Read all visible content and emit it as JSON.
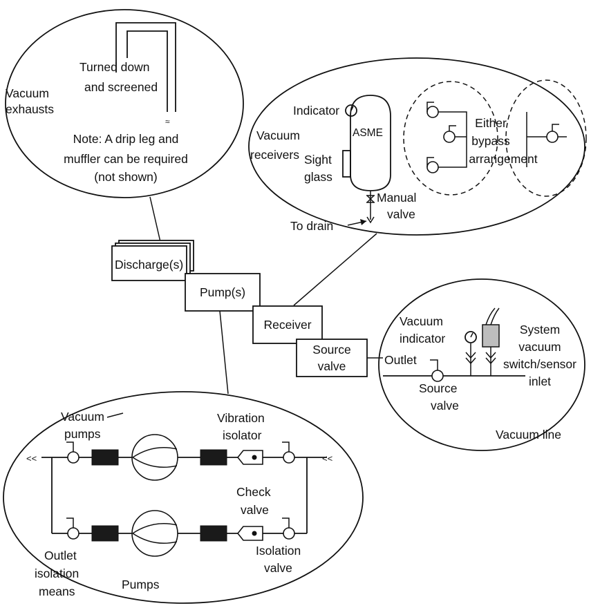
{
  "exhaust_callout": {
    "side_label": [
      "Vacuum",
      "exhausts"
    ],
    "pipe_label": [
      "Turned down",
      "and screened"
    ],
    "note": [
      "Note: A drip leg and",
      "muffler can be required",
      "(not shown)"
    ]
  },
  "receiver_callout": {
    "side_label": [
      "Vacuum",
      "receivers"
    ],
    "indicator": "Indicator",
    "asme": "ASME",
    "sight_glass": [
      "Sight",
      "glass"
    ],
    "manual_valve": [
      "Manual",
      "valve"
    ],
    "drain": "To drain",
    "bypass": [
      "Either",
      "bypass",
      "arrangement"
    ]
  },
  "boxes": {
    "discharge": "Discharge(s)",
    "pump": "Pump(s)",
    "receiver": "Receiver",
    "source_valve": [
      "Source",
      "valve"
    ]
  },
  "vacuum_line_callout": {
    "vacuum_indicator": [
      "Vacuum",
      "indicator"
    ],
    "switch": [
      "System",
      "vacuum",
      "switch/sensor",
      "inlet"
    ],
    "outlet": "Outlet",
    "source_valve": [
      "Source",
      "valve"
    ],
    "title": "Vacuum line"
  },
  "pumps_callout": {
    "title": [
      "Vacuum",
      "pumps"
    ],
    "vibration_isolator": [
      "Vibration",
      "isolator"
    ],
    "check_valve": [
      "Check",
      "valve"
    ],
    "isolation_valve": [
      "Isolation",
      "valve"
    ],
    "outlet_isolation": [
      "Outlet",
      "isolation",
      "means"
    ],
    "pumps": "Pumps",
    "arrow_left": "<<",
    "arrow_right": "<<"
  }
}
